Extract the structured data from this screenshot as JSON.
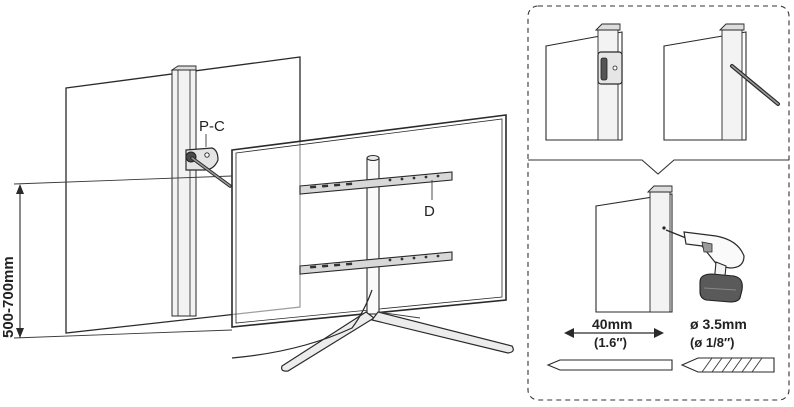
{
  "labels": {
    "height_range": "500-700mm",
    "bracket": "P-C",
    "rail": "D"
  },
  "detail": {
    "depth_metric": "40mm",
    "depth_imperial": "(1.6″)",
    "diameter_metric": "ø 3.5mm",
    "diameter_imperial": "(ø 1/8″)"
  },
  "icons": [
    "wall-panel",
    "tv-screen",
    "bracket",
    "screw",
    "drill",
    "drill-bit"
  ]
}
